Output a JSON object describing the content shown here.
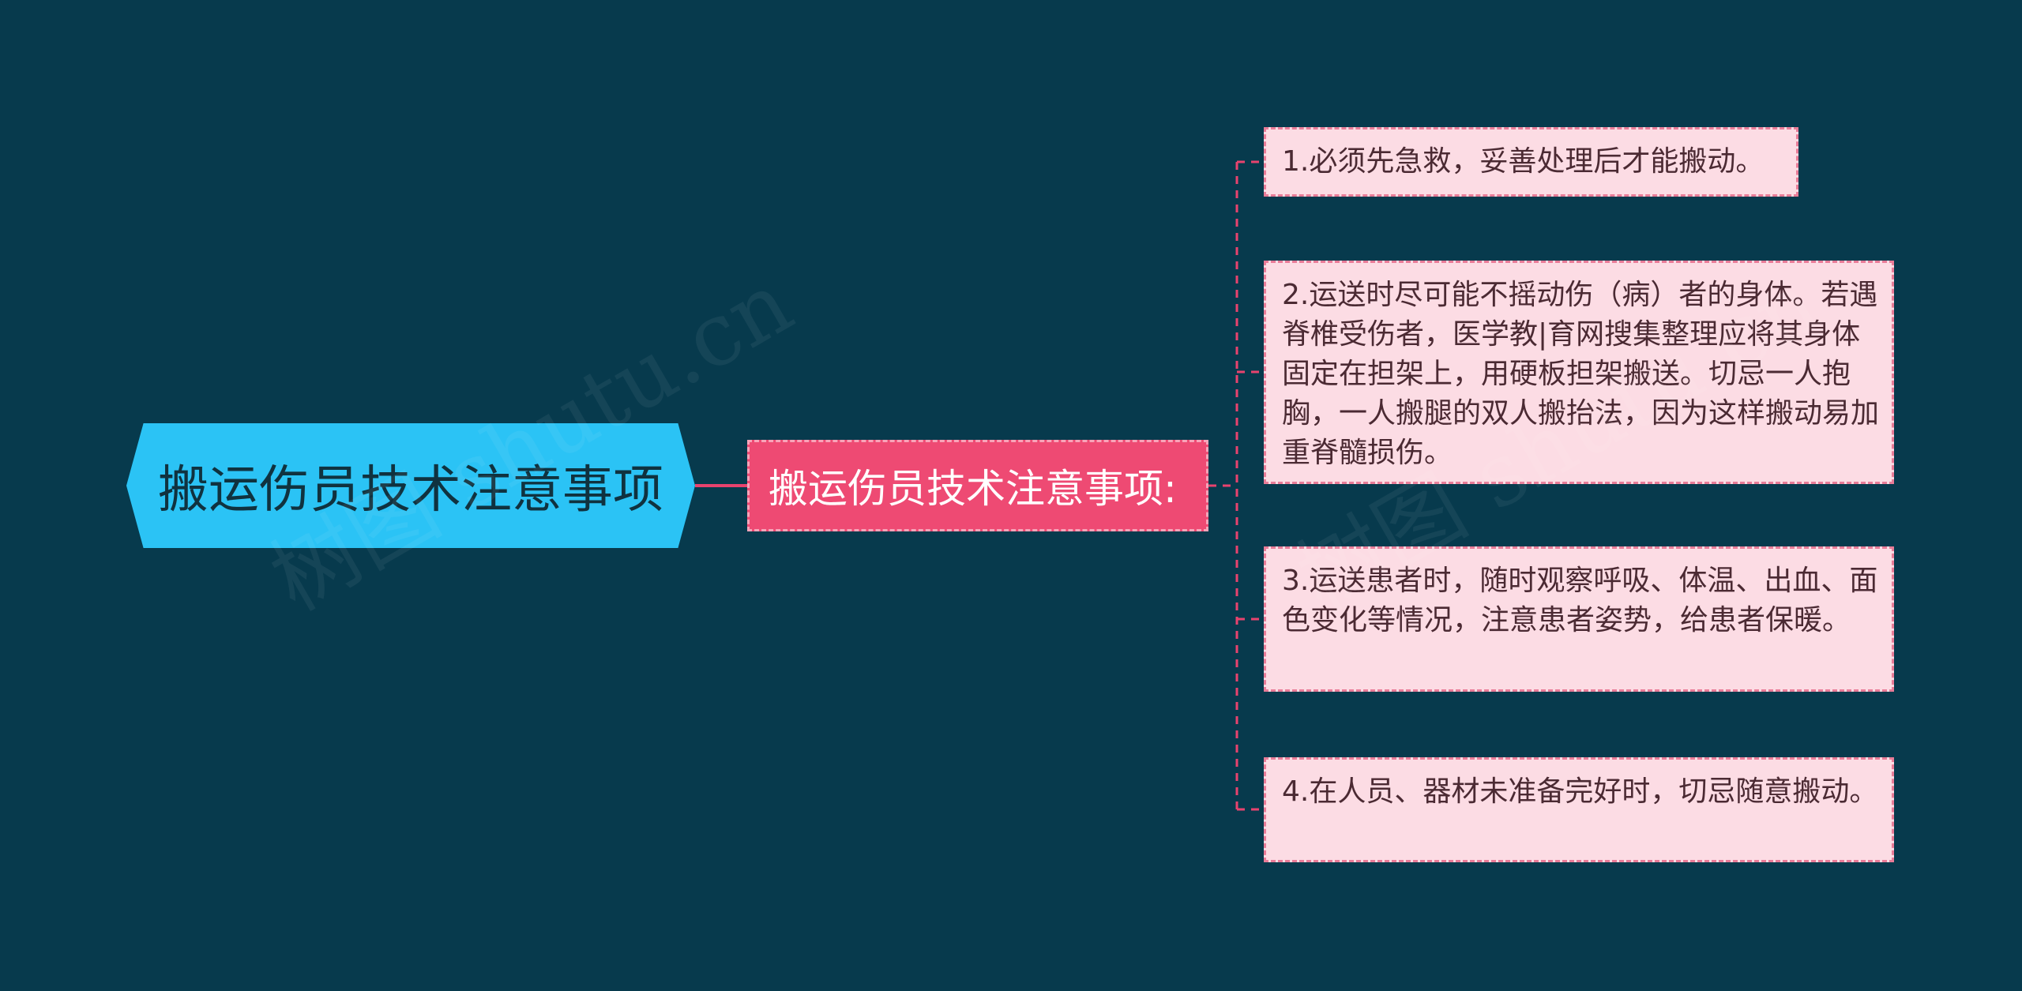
{
  "mindmap": {
    "root": {
      "label": "搬运伤员技术注意事项"
    },
    "branch": {
      "label": "搬运伤员技术注意事项:"
    },
    "leaves": [
      {
        "text": "1.必须先急救，妥善处理后才能搬动。"
      },
      {
        "text": "2.运送时尽可能不摇动伤（病）者的身体。若遇脊椎受伤者，医学教|育网搜集整理应将其身体固定在担架上，用硬板担架搬送。切忌一人抱胸，一人搬腿的双人搬抬法，因为这样搬动易加重脊髓损伤。"
      },
      {
        "text": "3.运送患者时，随时观察呼吸、体温、出血、面色变化等情况，注意患者姿势，给患者保暖。"
      },
      {
        "text": "4.在人员、器材未准备完好时，切忌随意搬动。"
      }
    ]
  },
  "watermarks": [
    "树图 shutu.cn",
    "树图 shutu.cn"
  ],
  "colors": {
    "background": "#073a4d",
    "root_fill": "#2bc3f5",
    "branch_fill": "#ee4a73",
    "leaf_fill": "#fcdce4",
    "connector": "#e8436e"
  }
}
